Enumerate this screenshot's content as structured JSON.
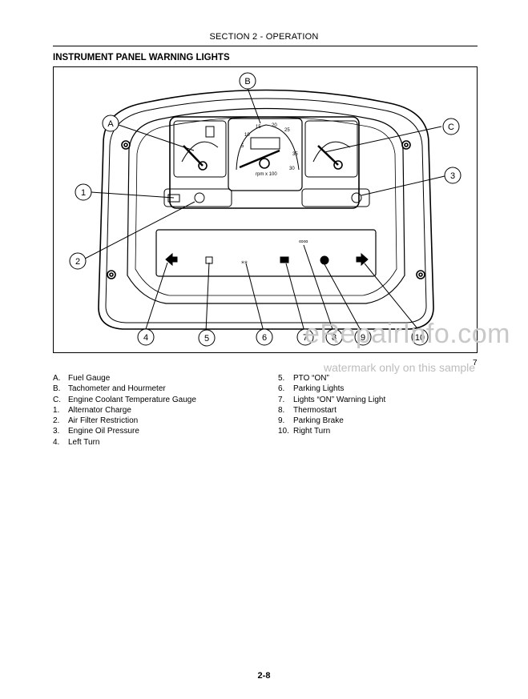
{
  "header": {
    "section": "SECTION 2 - OPERATION"
  },
  "panel_title": "INSTRUMENT PANEL WARNING LIGHTS",
  "figure": {
    "callouts_letters": [
      "A",
      "B",
      "C"
    ],
    "callouts_numbers": [
      "1",
      "2",
      "3",
      "4",
      "5",
      "6",
      "7",
      "8",
      "9",
      "10"
    ],
    "tach_text": "rpm x 100",
    "tach_ticks": [
      "5",
      "10",
      "15",
      "20",
      "25",
      "30",
      "35"
    ],
    "figure_number": "7"
  },
  "legend": {
    "left": [
      {
        "code": "A.",
        "label": "Fuel Gauge"
      },
      {
        "code": "B.",
        "label": "Tachometer and Hourmeter"
      },
      {
        "code": "C.",
        "label": "Engine Coolant Temperature Gauge"
      },
      {
        "code": "1.",
        "label": "Alternator Charge"
      },
      {
        "code": "2.",
        "label": "Air Filter Restriction"
      },
      {
        "code": "3.",
        "label": "Engine Oil Pressure"
      },
      {
        "code": "4.",
        "label": "Left Turn"
      }
    ],
    "right": [
      {
        "code": "5.",
        "label": "PTO “ON”"
      },
      {
        "code": "6.",
        "label": "Parking Lights"
      },
      {
        "code": "7.",
        "label": "Lights “ON” Warning Light"
      },
      {
        "code": "8.",
        "label": "Thermostart"
      },
      {
        "code": "9.",
        "label": "Parking Brake"
      },
      {
        "code": "10.",
        "label": "Right Turn"
      }
    ]
  },
  "watermark": {
    "site": "eRepairInfo.com",
    "note": "watermark only on this sample"
  },
  "page_number": "2-8"
}
